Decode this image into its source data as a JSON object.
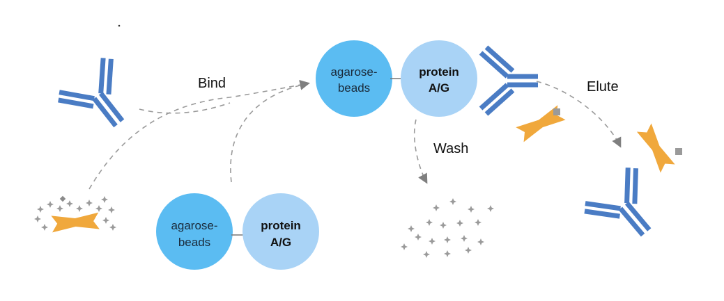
{
  "labels": {
    "bind": "Bind",
    "wash": "Wash",
    "elute": "Elute"
  },
  "bead_complex_top": {
    "bead_line1": "agarose-",
    "bead_line2": "beads",
    "protein_line1": "protein",
    "protein_line2": "A/G"
  },
  "bead_complex_bottom": {
    "bead_line1": "agarose-",
    "bead_line2": "beads",
    "protein_line1": "protein",
    "protein_line2": "A/G"
  },
  "colors": {
    "bead": "#5bbcf2",
    "protein": "#a9d3f6",
    "antibody": "#4a7cc4",
    "antigen": "#f0a83c",
    "impurity": "#9a9a9a",
    "arrow": "#9a9a9a"
  },
  "icons": {
    "antibody": "antibody-y-icon",
    "antigen": "antigen-bowtie-icon",
    "impurity": "impurity-star-icon"
  }
}
